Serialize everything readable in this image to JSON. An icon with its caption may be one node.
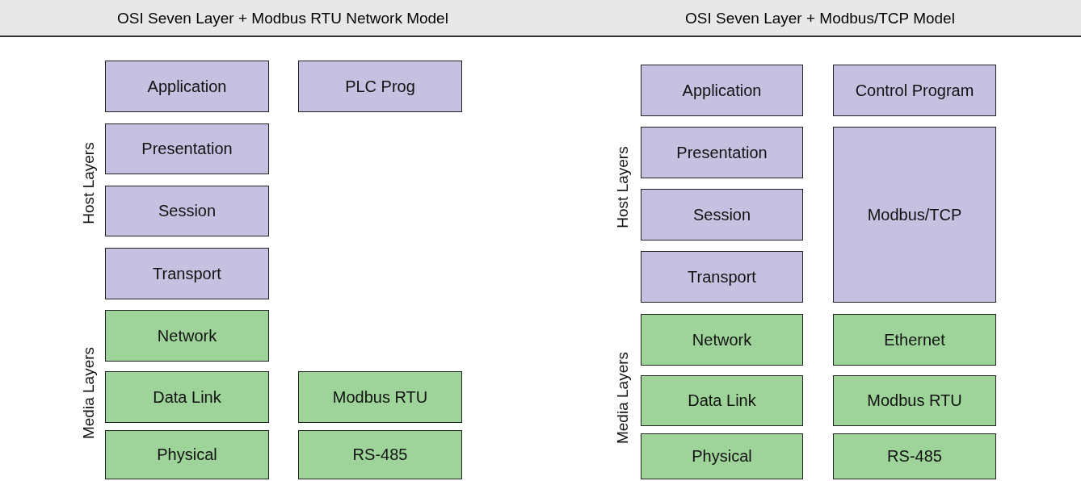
{
  "diagram": {
    "nodes": [
      {
        "text": [
          "Application"
        ]
      },
      {
        "text": [
          "PLC Prog"
        ]
      },
      {
        "text": [
          "Presentation"
        ]
      },
      {
        "text": [
          "Session"
        ]
      },
      {
        "text": [
          "Transport"
        ]
      },
      {
        "text": [
          "Network"
        ]
      },
      {
        "text": [
          "Data Link"
        ]
      },
      {
        "text": [
          "Modbus RTU"
        ]
      },
      {
        "text": [
          "Physical"
        ]
      },
      {
        "text": [
          "RS-485"
        ]
      },
      {
        "text": [
          "Application"
        ]
      },
      {
        "text": [
          "Control Program"
        ]
      },
      {
        "text": [
          "Presentation"
        ]
      },
      {
        "text": [
          "Modbus/TCP"
        ]
      },
      {
        "text": [
          "Session"
        ]
      },
      {
        "text": [
          "Transport"
        ]
      },
      {
        "text": [
          "Network"
        ]
      },
      {
        "text": [
          "Ethernet"
        ]
      },
      {
        "text": [
          "Data Link"
        ]
      },
      {
        "text": [
          "Modbus RTU"
        ]
      },
      {
        "text": [
          "Physical"
        ]
      },
      {
        "text": [
          "RS-485"
        ]
      }
    ],
    "labels": [
      "OSI Seven Layer + Modbus RTU Network Model",
      "OSI Seven Layer + Modbus/TCP Model",
      "Host Layers",
      "Media Layers",
      "Host Layers",
      "Media Layers"
    ]
  }
}
